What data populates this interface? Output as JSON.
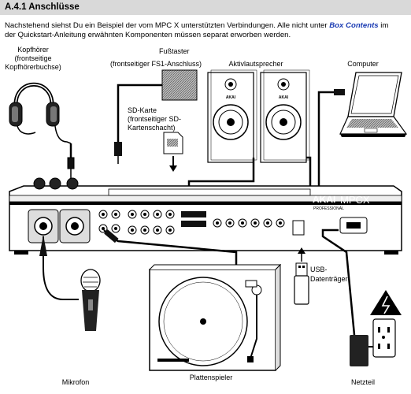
{
  "section": {
    "number_title": "A.4.1 Anschlüsse"
  },
  "intro": {
    "line1_pre": "Nachstehend siehst Du ein Beispiel der vom MPC X unterstützten Verbindungen. Alle nicht unter ",
    "emphasis": "Box Contents",
    "line1_post": " im",
    "line2": "der Quickstart-Anleitung erwähnten Komponenten müssen separat erworben werden."
  },
  "labels": {
    "headphones": [
      "Kopfhörer",
      "(frontseitige",
      "Kopfhörerbuchse)"
    ],
    "footswitch": [
      "Fußtaster",
      "(frontseitiger FS1-Anschluss)"
    ],
    "sd_card": [
      "SD-Karte",
      "(frontseitiger SD-",
      "Kartenschacht)"
    ],
    "speakers": "Aktivlautsprecher",
    "computer": "Computer",
    "usb_drive": [
      "USB-",
      "Datenträger"
    ],
    "microphone": "Mikrofon",
    "turntable": "Plattenspieler",
    "power": "Netzteil",
    "device_brand": "AKAI",
    "device_sub": "PROFESSIONAL",
    "device_model": "MPCX",
    "speaker_brand": "AKAI"
  },
  "colors": {
    "header_bg": "#d9d9d9",
    "emphasis": "#1a3bb3",
    "line_art": "#000000"
  }
}
